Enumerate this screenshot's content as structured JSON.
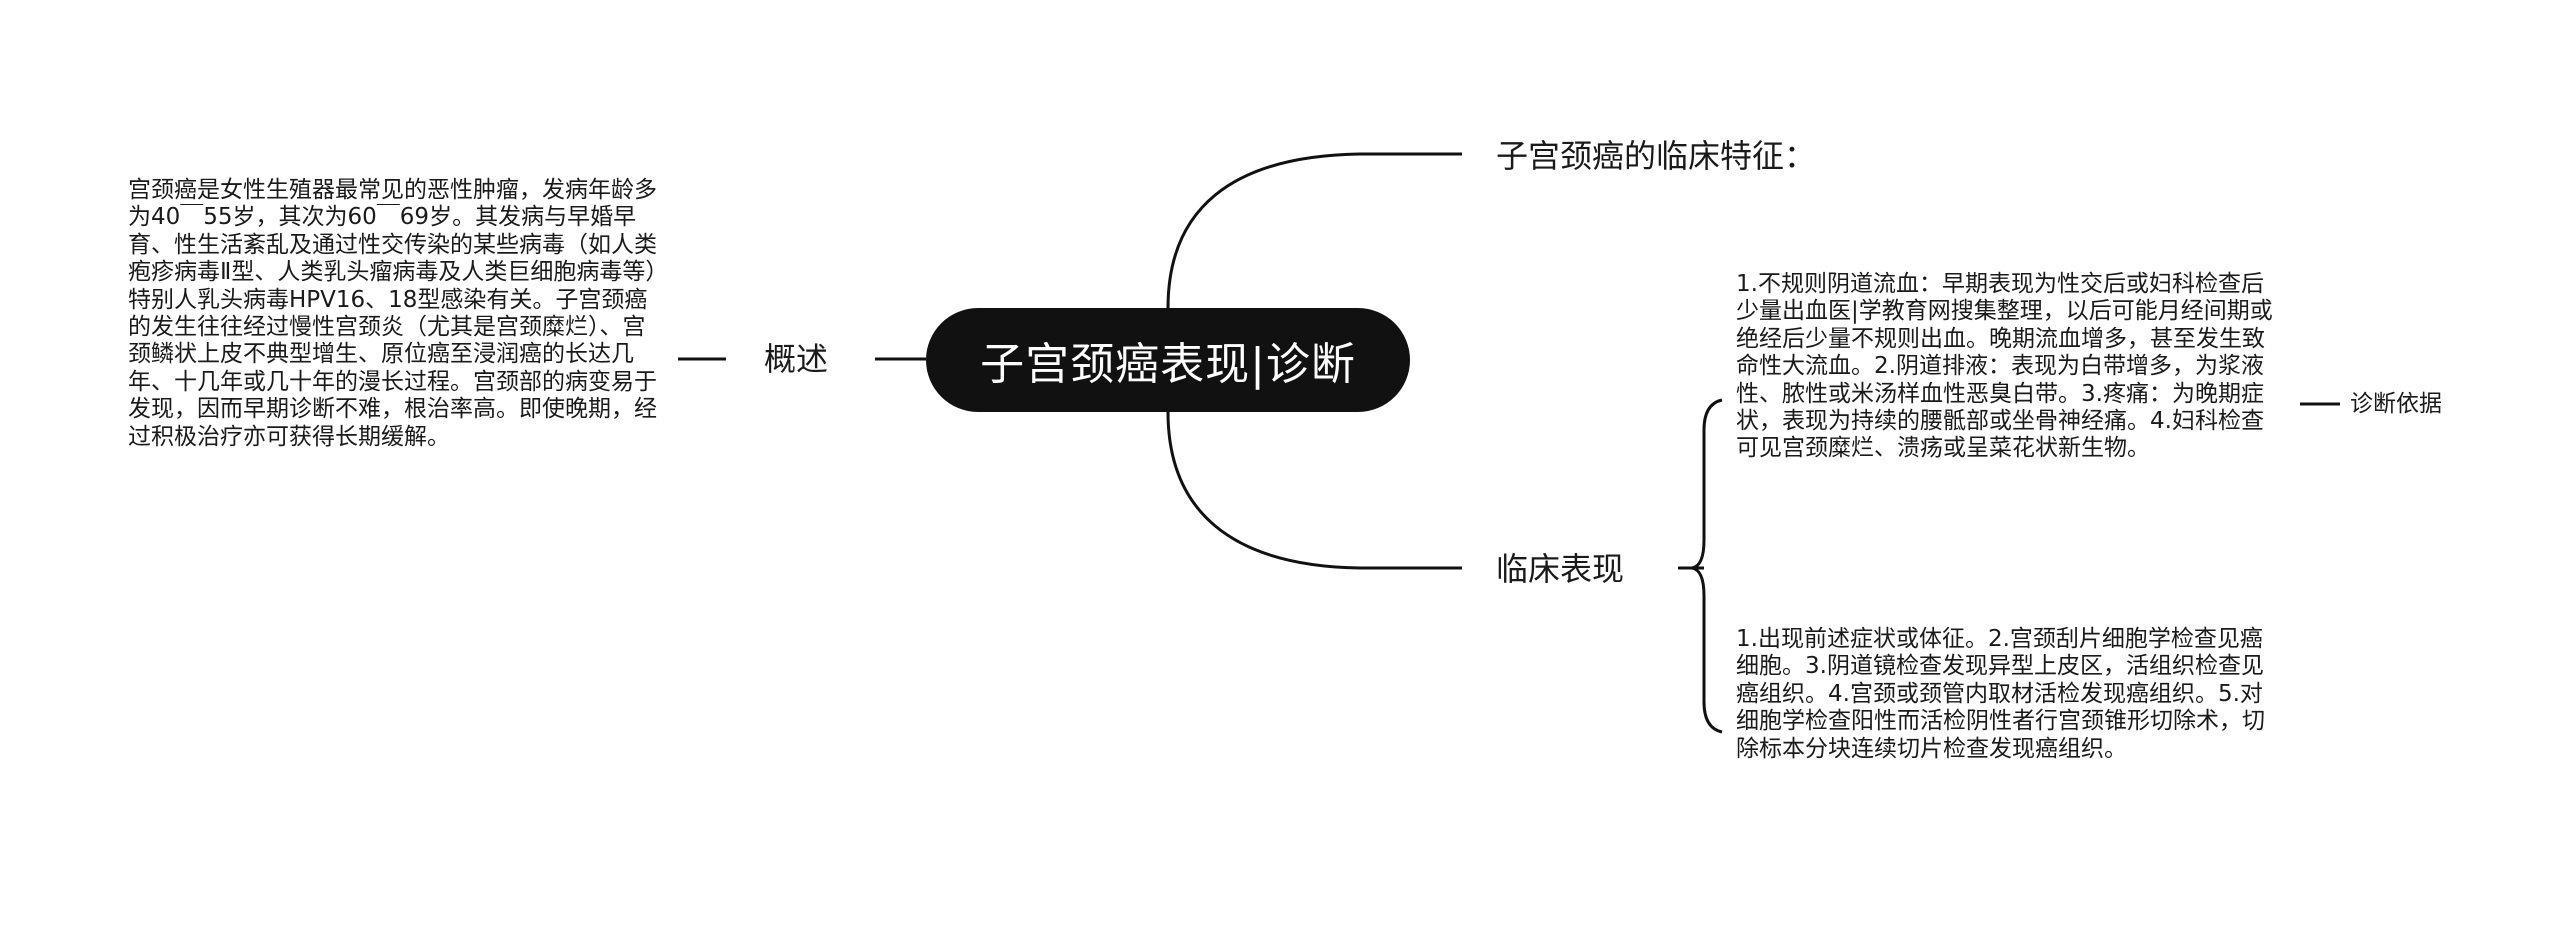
{
  "root": {
    "title": "子宫颈癌表现|诊断"
  },
  "branches": {
    "overview": {
      "label": "概述",
      "text": "宫颈癌是女性生殖器最常见的恶性肿瘤，发病年龄多为40￣55岁，其次为60￣69岁。其发病与早婚早育、性生活紊乱及通过性交传染的某些病毒（如人类疱疹病毒Ⅱ型、人类乳头瘤病毒及人类巨细胞病毒等）特别人乳头病毒HPV16、18型感染有关。子宫颈癌的发生往往经过慢性宫颈炎（尤其是宫颈糜烂）、宫颈鳞状上皮不典型增生、原位癌至浸润癌的长达几年、十几年或几十年的漫长过程。宫颈部的病变易于发现，因而早期诊断不难，根治率高。即使晚期，经过积极治疗亦可获得长期缓解。"
    },
    "features": {
      "label": "子宫颈癌的临床特征："
    },
    "clinical": {
      "label": "临床表现",
      "symptoms": "1.不规则阴道流血：早期表现为性交后或妇科检查后少量出血医|学教育网搜集整理，以后可能月经间期或绝经后少量不规则出血。晚期流血增多，甚至发生致命性大流血。2.阴道排液：表现为白带增多，为浆液性、脓性或米汤样血性恶臭白带。3.疼痛：为晚期症状，表现为持续的腰骶部或坐骨神经痛。4.妇科检查可见宫颈糜烂、溃疡或呈菜花状新生物。",
      "symptoms_tag": "诊断依据",
      "diagnosis": "1.出现前述症状或体征。2.宫颈刮片细胞学检查见癌细胞。3.阴道镜检查发现异型上皮区，活组织检查见癌组织。4.宫颈或颈管内取材活检发现癌组织。5.对细胞学检查阳性而活检阴性者行宫颈锥形切除术，切除标本分块连续切片检查发现癌组织。"
    }
  },
  "colors": {
    "line": "#111111",
    "root_bg": "#111111",
    "root_text": "#ffffff",
    "text": "#1a1a1a"
  }
}
